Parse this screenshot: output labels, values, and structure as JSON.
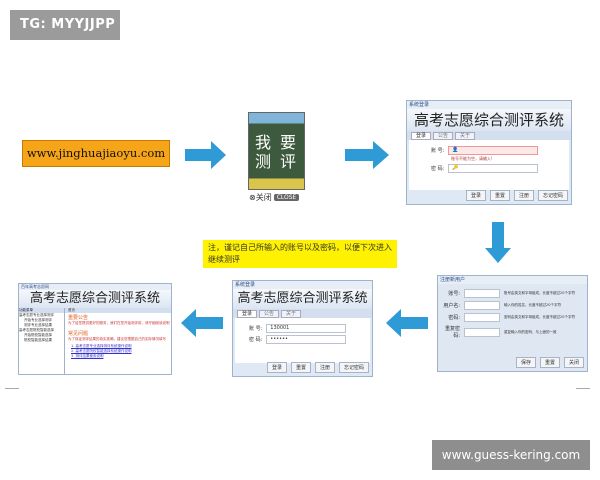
{
  "banner": {
    "label": "TG: MYYJJPP"
  },
  "watermark": {
    "label": "www.guess-kering.com"
  },
  "step1": {
    "url": "www.jinghuajiaoyu.com"
  },
  "step2": {
    "poster_text_line1": "我 要",
    "poster_text_line2": "测 评",
    "close_label": "⊗关闭",
    "close_badge": "CLOSE"
  },
  "login_window": {
    "caption": "系统登录",
    "title": "高考志愿综合测评系统",
    "tabs": [
      "登录",
      "公告",
      "关于"
    ],
    "account_label": "账 号:",
    "password_label": "密 码:",
    "error_hint": "账号不能为空，请输入!",
    "buttons": [
      "登录",
      "重置",
      "注册",
      "忘记密码"
    ]
  },
  "register_window": {
    "caption": "注册新用户",
    "fields": [
      {
        "label": "账号:",
        "hint": "账号由英文和字母组成，长度不超过20个字符"
      },
      {
        "label": "用户名:",
        "hint": "输入你的姓名，长度不超过20个字符"
      },
      {
        "label": "密码:",
        "hint": "密码由英文和字母组成，长度不超过20个字符"
      },
      {
        "label": "重复密码:",
        "hint": "重复输入你的密码，与上面的一致"
      }
    ],
    "buttons": [
      "保存",
      "重置",
      "关闭"
    ]
  },
  "note": {
    "text": "注，谨记自己所输入的账号以及密码，以便下次进入继续测评"
  },
  "login_window_filled": {
    "caption": "系统登录",
    "title": "高考志愿综合测评系统",
    "tabs": [
      "登录",
      "公告",
      "关于"
    ],
    "account_label": "账 号:",
    "account_value": "130001",
    "password_label": "密 码:",
    "password_value": "••••••",
    "buttons": [
      "登录",
      "重置",
      "注册",
      "忘记密码"
    ]
  },
  "main_system": {
    "caption": "百年高考志愿网",
    "title": "高考志愿综合测评系统",
    "menu_header": "功能菜单",
    "tree": [
      "高考志愿专业选择测评",
      "开始专业选择测评",
      "测评专业选择结果",
      "高考志愿院校智能选择",
      "开始院校智能选择",
      "院校智能选择结果"
    ],
    "tab": "首页",
    "section1_title": "重要公告",
    "section1_text": "为了给您提供更好的服务，我们在您开始测评前，请仔细阅读说明",
    "section2_title": "常见问题",
    "section2_text": "为了保证测评结果的真实准确，建议您根据自己的实际情况填写",
    "links": [
      "1. 高考志愿专业选择测评系统操作说明",
      "2. 高考志愿院校智能选择系统操作说明",
      "3. 测评结果使用说明"
    ]
  },
  "colors": {
    "arrow": "#2e9bd6",
    "url_box": "#f6a418",
    "note": "#fff200"
  }
}
